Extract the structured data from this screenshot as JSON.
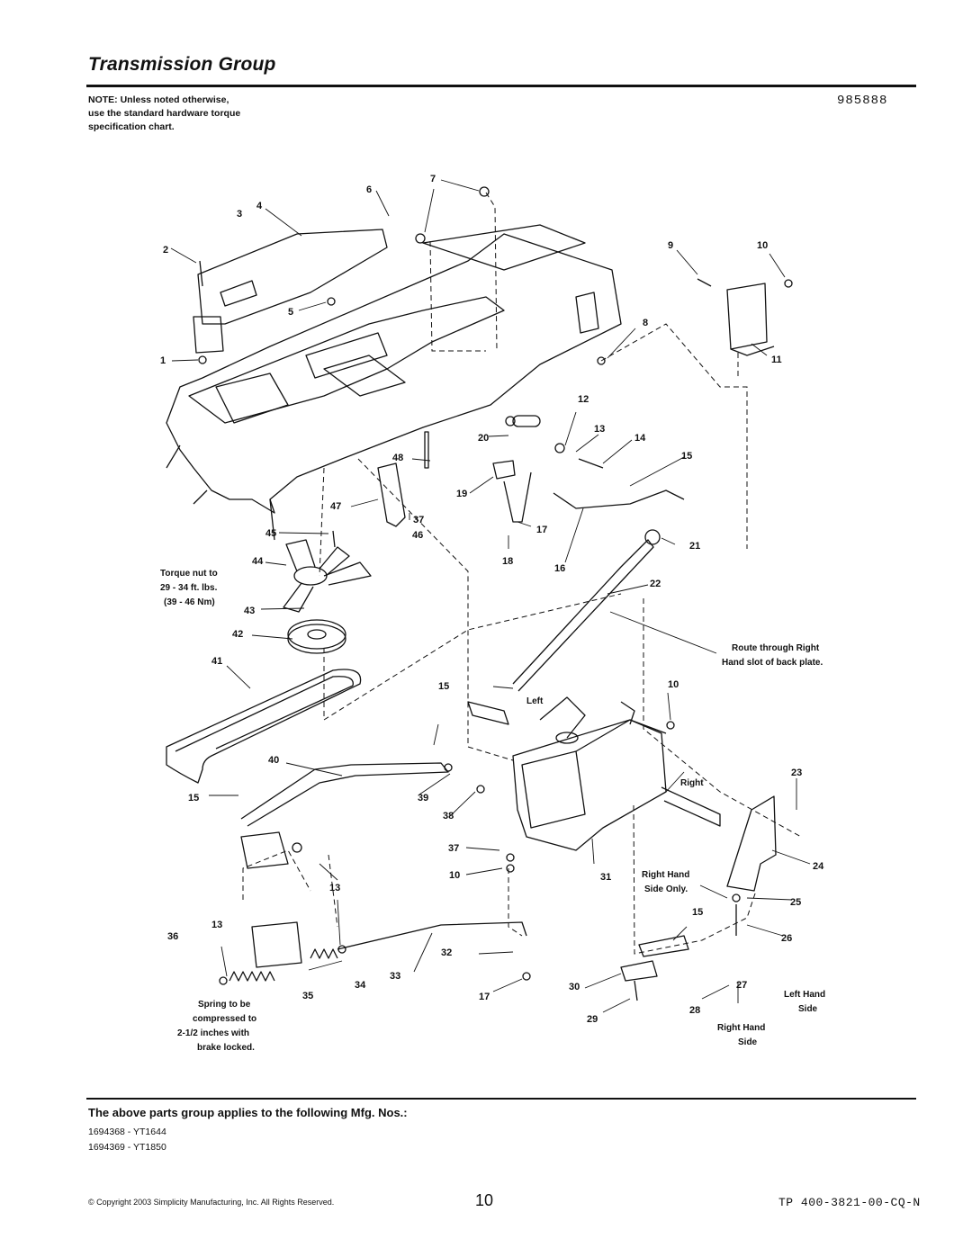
{
  "header": {
    "title": "Transmission Group",
    "part_number": "985888"
  },
  "note": {
    "lines": [
      "NOTE: Unless noted otherwise,",
      "use the standard hardware torque",
      "specification chart."
    ]
  },
  "diagram": {
    "callouts": [
      "1",
      "2",
      "3",
      "4",
      "5",
      "6",
      "7",
      "8",
      "9",
      "10",
      "11",
      "12",
      "13",
      "14",
      "15",
      "16",
      "17",
      "18",
      "19",
      "20",
      "21",
      "22",
      "23",
      "24",
      "25",
      "26",
      "27",
      "28",
      "29",
      "30",
      "31",
      "32",
      "33",
      "34",
      "35",
      "36",
      "37",
      "38",
      "39",
      "40",
      "41",
      "42",
      "43",
      "44",
      "45",
      "46",
      "47",
      "48"
    ],
    "notes": {
      "torque": [
        "Torque nut to",
        "29 - 34 ft. lbs.",
        "(39 - 46 Nm)"
      ],
      "route": [
        "Route through Right",
        "Hand slot of back plate."
      ],
      "left": "Left",
      "right": "Right",
      "right_hand_side_only": [
        "Right Hand",
        "Side Only."
      ],
      "left_hand_side": [
        "Left Hand",
        "Side"
      ],
      "right_hand_side": [
        "Right Hand",
        "Side"
      ],
      "spring": [
        "Spring to be",
        "compressed to",
        "2-1/2 inches with",
        "brake locked."
      ]
    }
  },
  "applies": {
    "heading": "The above parts group applies to the following Mfg. Nos.:",
    "mfg_numbers": [
      "1694368 - YT1644",
      "1694369 - YT1850"
    ]
  },
  "footer": {
    "copyright": "© Copyright 2003 Simplicity Manufacturing, Inc. All Rights Reserved.",
    "page": "10",
    "doc_code": "TP 400-3821-00-CQ-N"
  }
}
